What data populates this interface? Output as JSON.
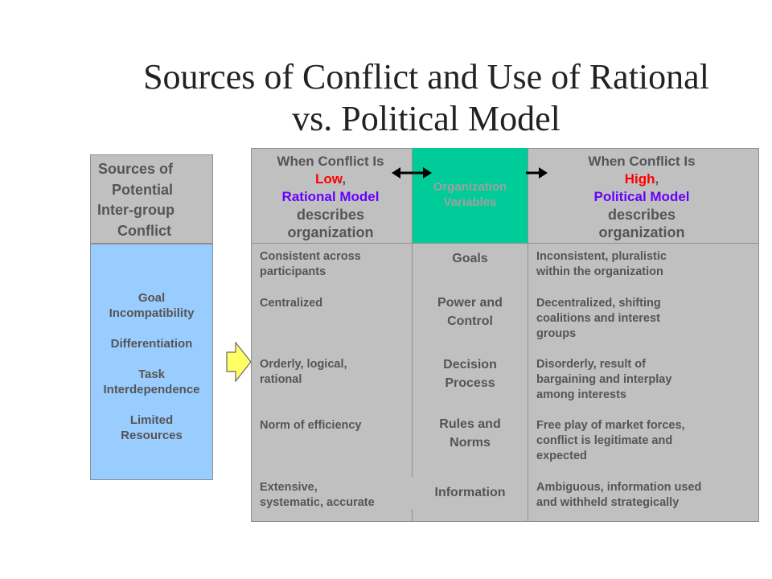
{
  "title": {
    "line1": "Sources of Conflict and Use of Rational",
    "line2": "vs. Political Model"
  },
  "left": {
    "header_lines": [
      "Sources of",
      "Potential",
      "Inter-group",
      "Conflict"
    ],
    "items": [
      [
        "Goal",
        "Incompatibility"
      ],
      [
        "Differentiation"
      ],
      [
        "Task",
        "Interdependence"
      ],
      [
        "Limited",
        "Resources"
      ]
    ]
  },
  "low_header": {
    "line1": "When Conflict Is",
    "low_word": "Low",
    "comma": ",",
    "model": "Rational Model",
    "line3": "describes",
    "line4": "organization"
  },
  "center_header": {
    "line1": "Organization",
    "line2": "Variables"
  },
  "high_header": {
    "line1": "When Conflict Is",
    "high_word": "High",
    "comma": ",",
    "model": "Political Model",
    "line3": "describes",
    "line4": "organization"
  },
  "rows": [
    {
      "low": [
        "Consistent across",
        "participants"
      ],
      "variable": [
        "Goals"
      ],
      "high": [
        "Inconsistent, pluralistic",
        "within the organization"
      ]
    },
    {
      "low": [
        "Centralized"
      ],
      "variable": [
        "Power and",
        "Control"
      ],
      "high": [
        "Decentralized, shifting",
        "coalitions and interest",
        "groups"
      ]
    },
    {
      "low": [
        "Orderly, logical,",
        "rational"
      ],
      "variable": [
        "Decision",
        "Process"
      ],
      "high": [
        "Disorderly, result of",
        "bargaining and interplay",
        "among interests"
      ]
    },
    {
      "low": [
        "Norm of efficiency"
      ],
      "variable": [
        "Rules and",
        "Norms"
      ],
      "high": [
        "Free play of market forces,",
        "conflict is legitimate and",
        "expected"
      ]
    },
    {
      "low": [
        "Extensive,",
        "systematic, accurate"
      ],
      "variable": [
        "Information"
      ],
      "high": [
        "Ambiguous, information used",
        "and withheld strategically"
      ]
    }
  ],
  "colors": {
    "teal": "#00cc99",
    "light_blue": "#99ccff",
    "gray": "#c0c0c0",
    "yellow": "#ffff66",
    "red": "#ff0000",
    "blue": "#6600ff"
  }
}
